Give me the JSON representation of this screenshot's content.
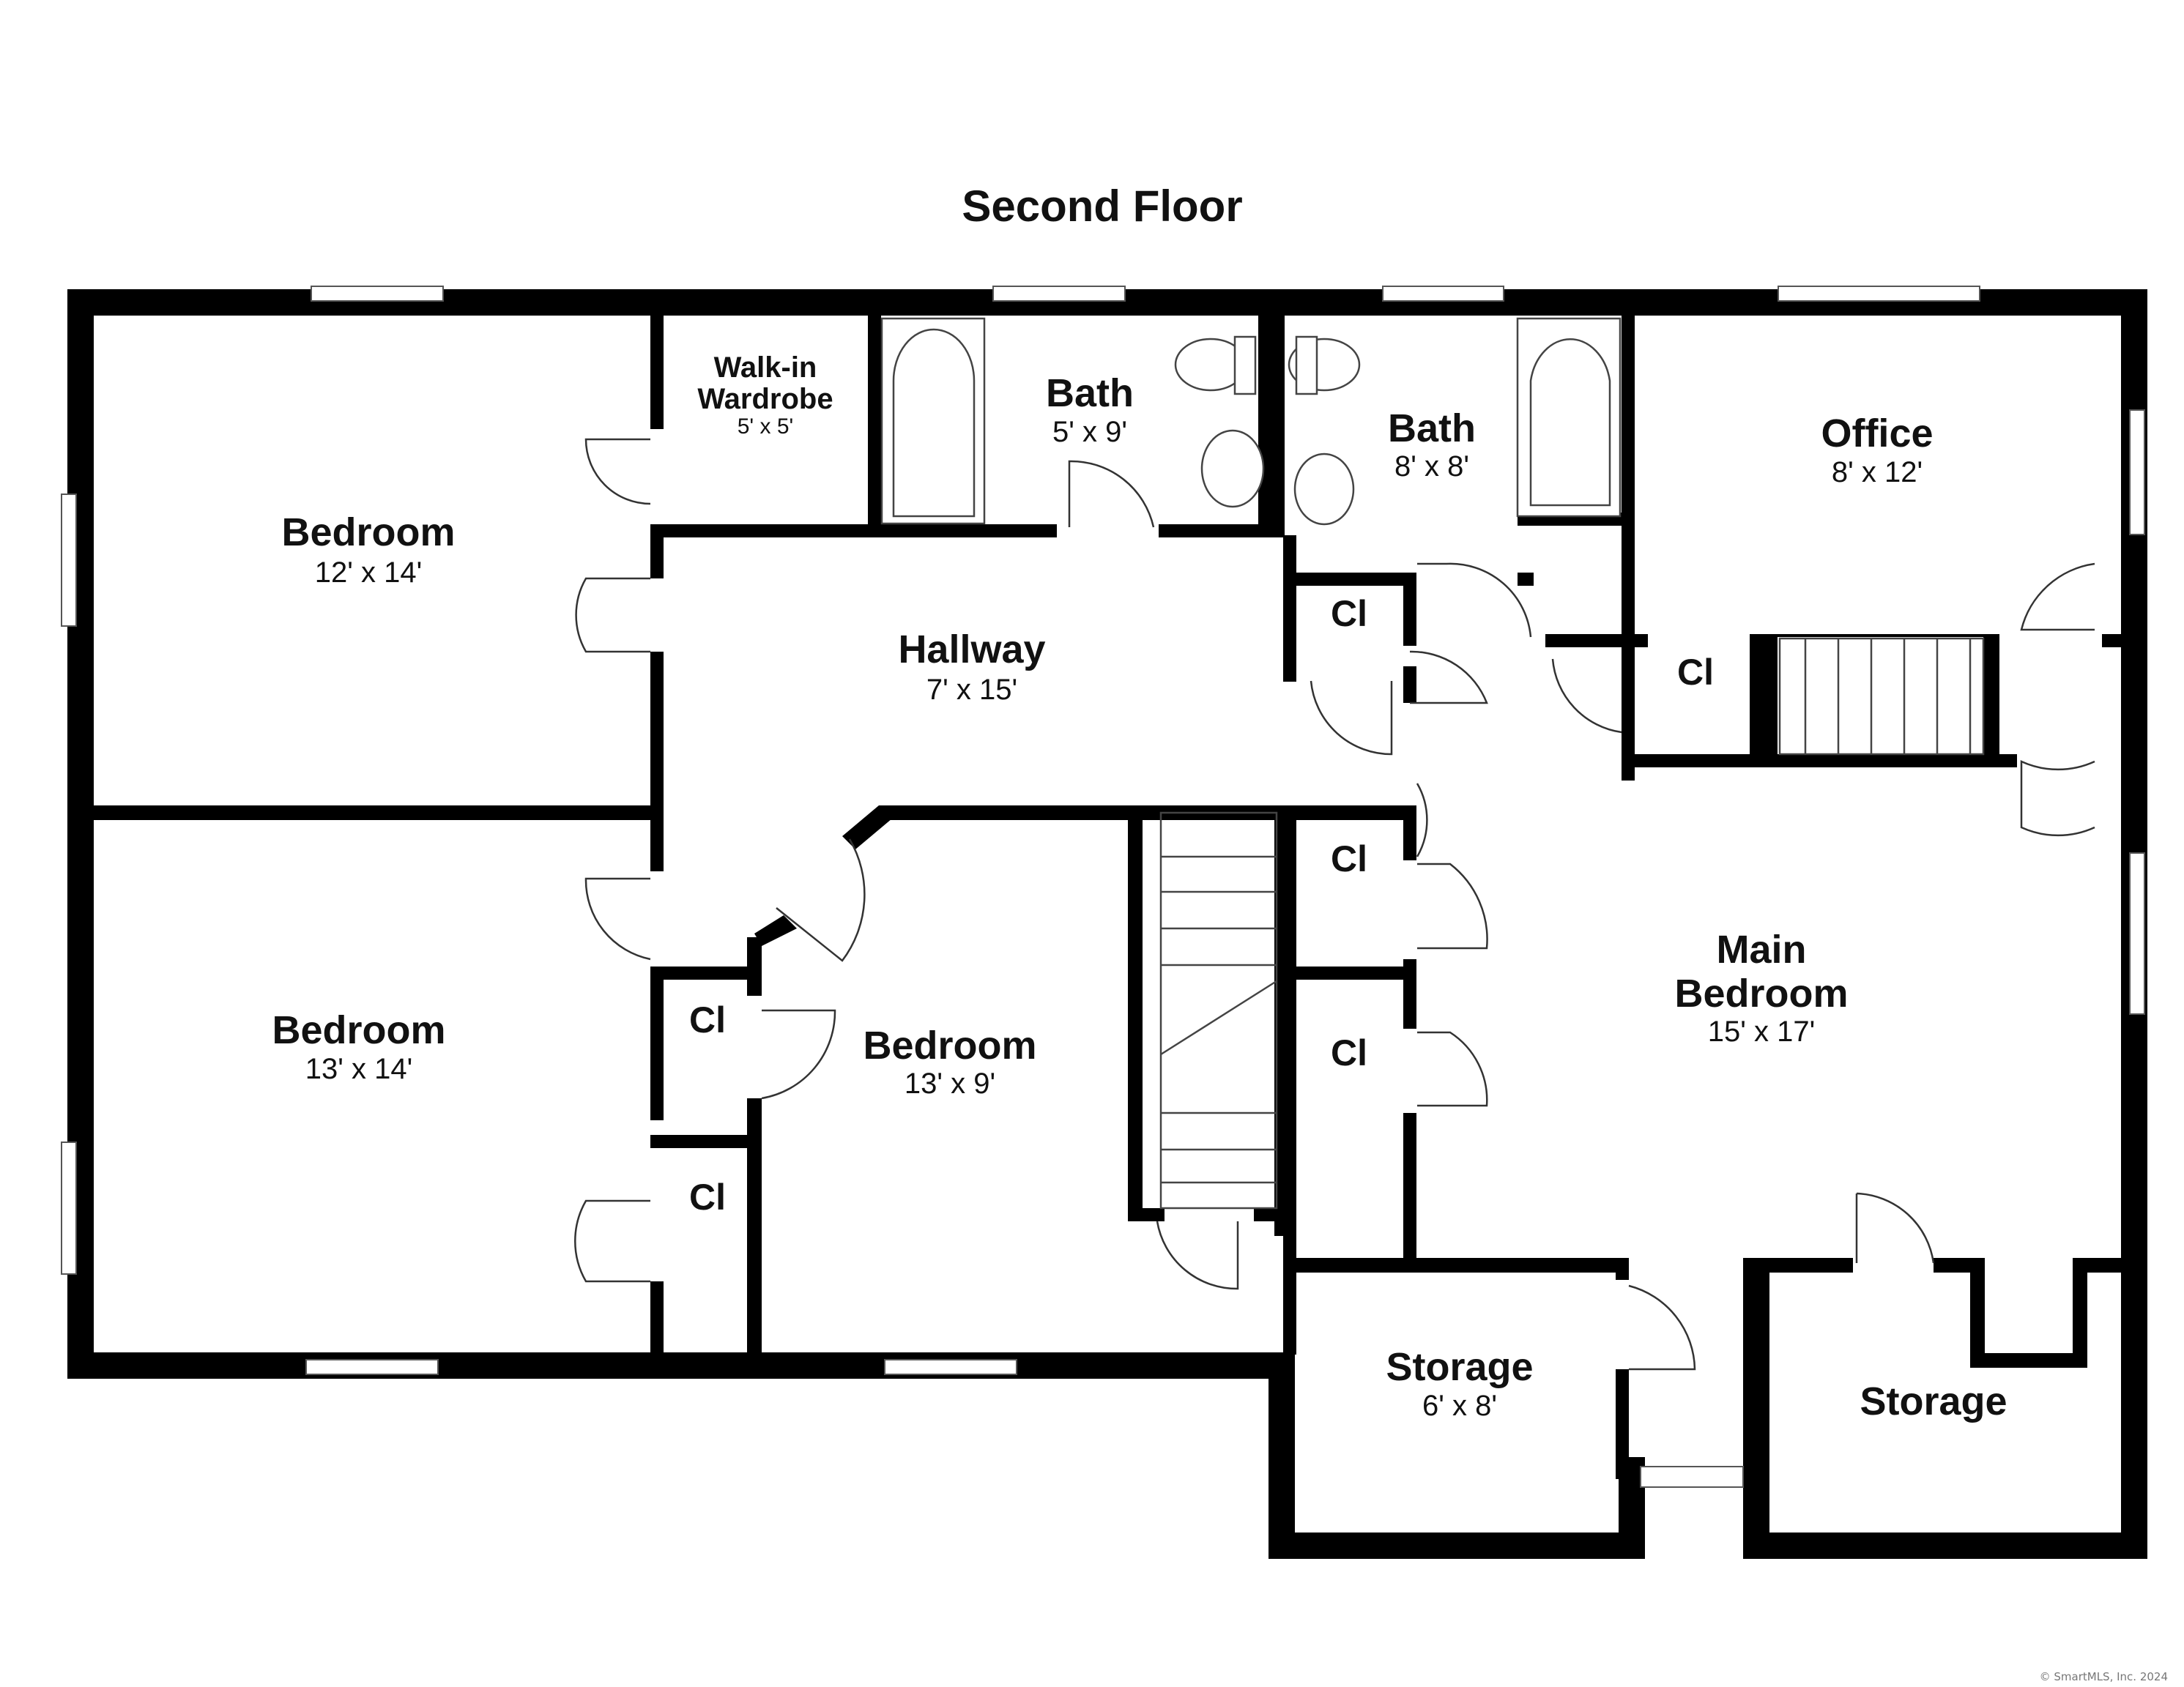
{
  "title": "Second Floor",
  "rooms": {
    "bedroom_nw": {
      "name": "Bedroom",
      "dims": "12' x 14'"
    },
    "walkin": {
      "name_line1": "Walk-in",
      "name_line2": "Wardrobe",
      "dims": "5' x 5'"
    },
    "bath_1": {
      "name": "Bath",
      "dims": "5' x 9'"
    },
    "bath_2": {
      "name": "Bath",
      "dims": "8' x 8'"
    },
    "office": {
      "name": "Office",
      "dims": "8' x 12'"
    },
    "hallway": {
      "name": "Hallway",
      "dims": "7' x 15'"
    },
    "bedroom_sw": {
      "name": "Bedroom",
      "dims": "13' x 14'"
    },
    "bedroom_center": {
      "name": "Bedroom",
      "dims": "13' x 9'"
    },
    "main_bedroom": {
      "name_line1": "Main",
      "name_line2": "Bedroom",
      "dims": "15' x 17'"
    },
    "storage_1": {
      "name": "Storage",
      "dims": "6' x 8'"
    },
    "storage_2": {
      "name": "Storage"
    }
  },
  "closet_label": "Cl",
  "copyright": "© SmartMLS, Inc. 2024"
}
